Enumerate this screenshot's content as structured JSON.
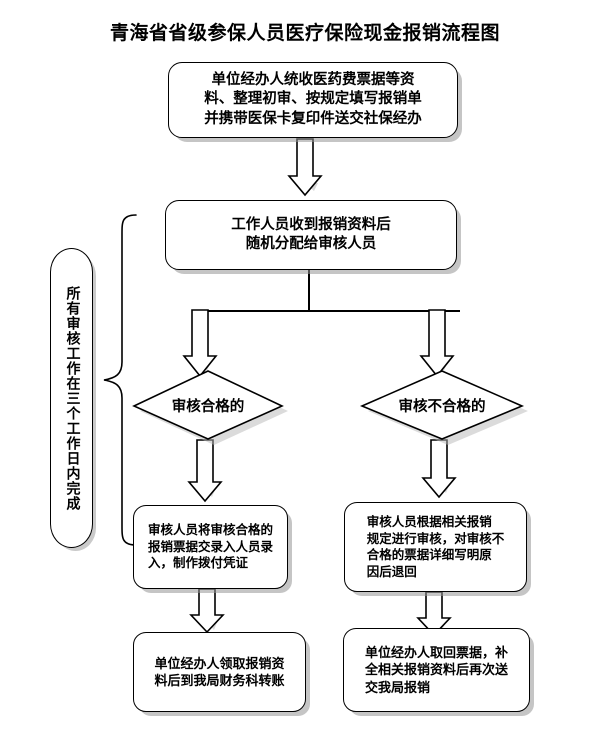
{
  "document": {
    "title": "青海省省级参保人员医疗保险现金报销流程图"
  },
  "flowchart": {
    "type": "flowchart",
    "nodes": [
      {
        "id": "step1",
        "shape": "rounded-rectangle",
        "lines": [
          "单位经办人统收医药费票据等资",
          "料、整理初审、按规定填写报销单",
          "并携带医保卡复印件送交社保经办"
        ]
      },
      {
        "id": "step2",
        "shape": "rounded-rectangle",
        "lines": [
          "工作人员收到报销资料后",
          "随机分配给审核人员"
        ]
      },
      {
        "id": "decision-pass",
        "shape": "diamond",
        "lines": [
          "审核合格的"
        ]
      },
      {
        "id": "decision-fail",
        "shape": "diamond",
        "lines": [
          "审核不合格的"
        ]
      },
      {
        "id": "pass-action",
        "shape": "rounded-rectangle",
        "lines": [
          "审核人员将审核合格的",
          "报销票据交录入人员录",
          "入，制作拨付凭证"
        ]
      },
      {
        "id": "fail-action",
        "shape": "rounded-rectangle",
        "lines": [
          "审核人员根据相关报销",
          "规定进行审核，对审核不",
          "合格的票据详细写明原",
          "因后退回"
        ]
      },
      {
        "id": "pass-result",
        "shape": "rounded-rectangle",
        "lines": [
          "单位经办人领取报销资",
          "料后到我局财务科转账"
        ]
      },
      {
        "id": "fail-result",
        "shape": "rounded-rectangle",
        "lines": [
          "单位经办人取回票据，补",
          "全相关报销资料后再次送",
          "交我局报销"
        ]
      }
    ],
    "annotation": {
      "id": "time-limit-note",
      "shape": "vertical-ellipse",
      "text": "所有审核工作在三个工作日内完成"
    },
    "colors": {
      "stroke": "#000000",
      "fill": "#ffffff",
      "shadow": "#969696",
      "text": "#000000"
    }
  }
}
